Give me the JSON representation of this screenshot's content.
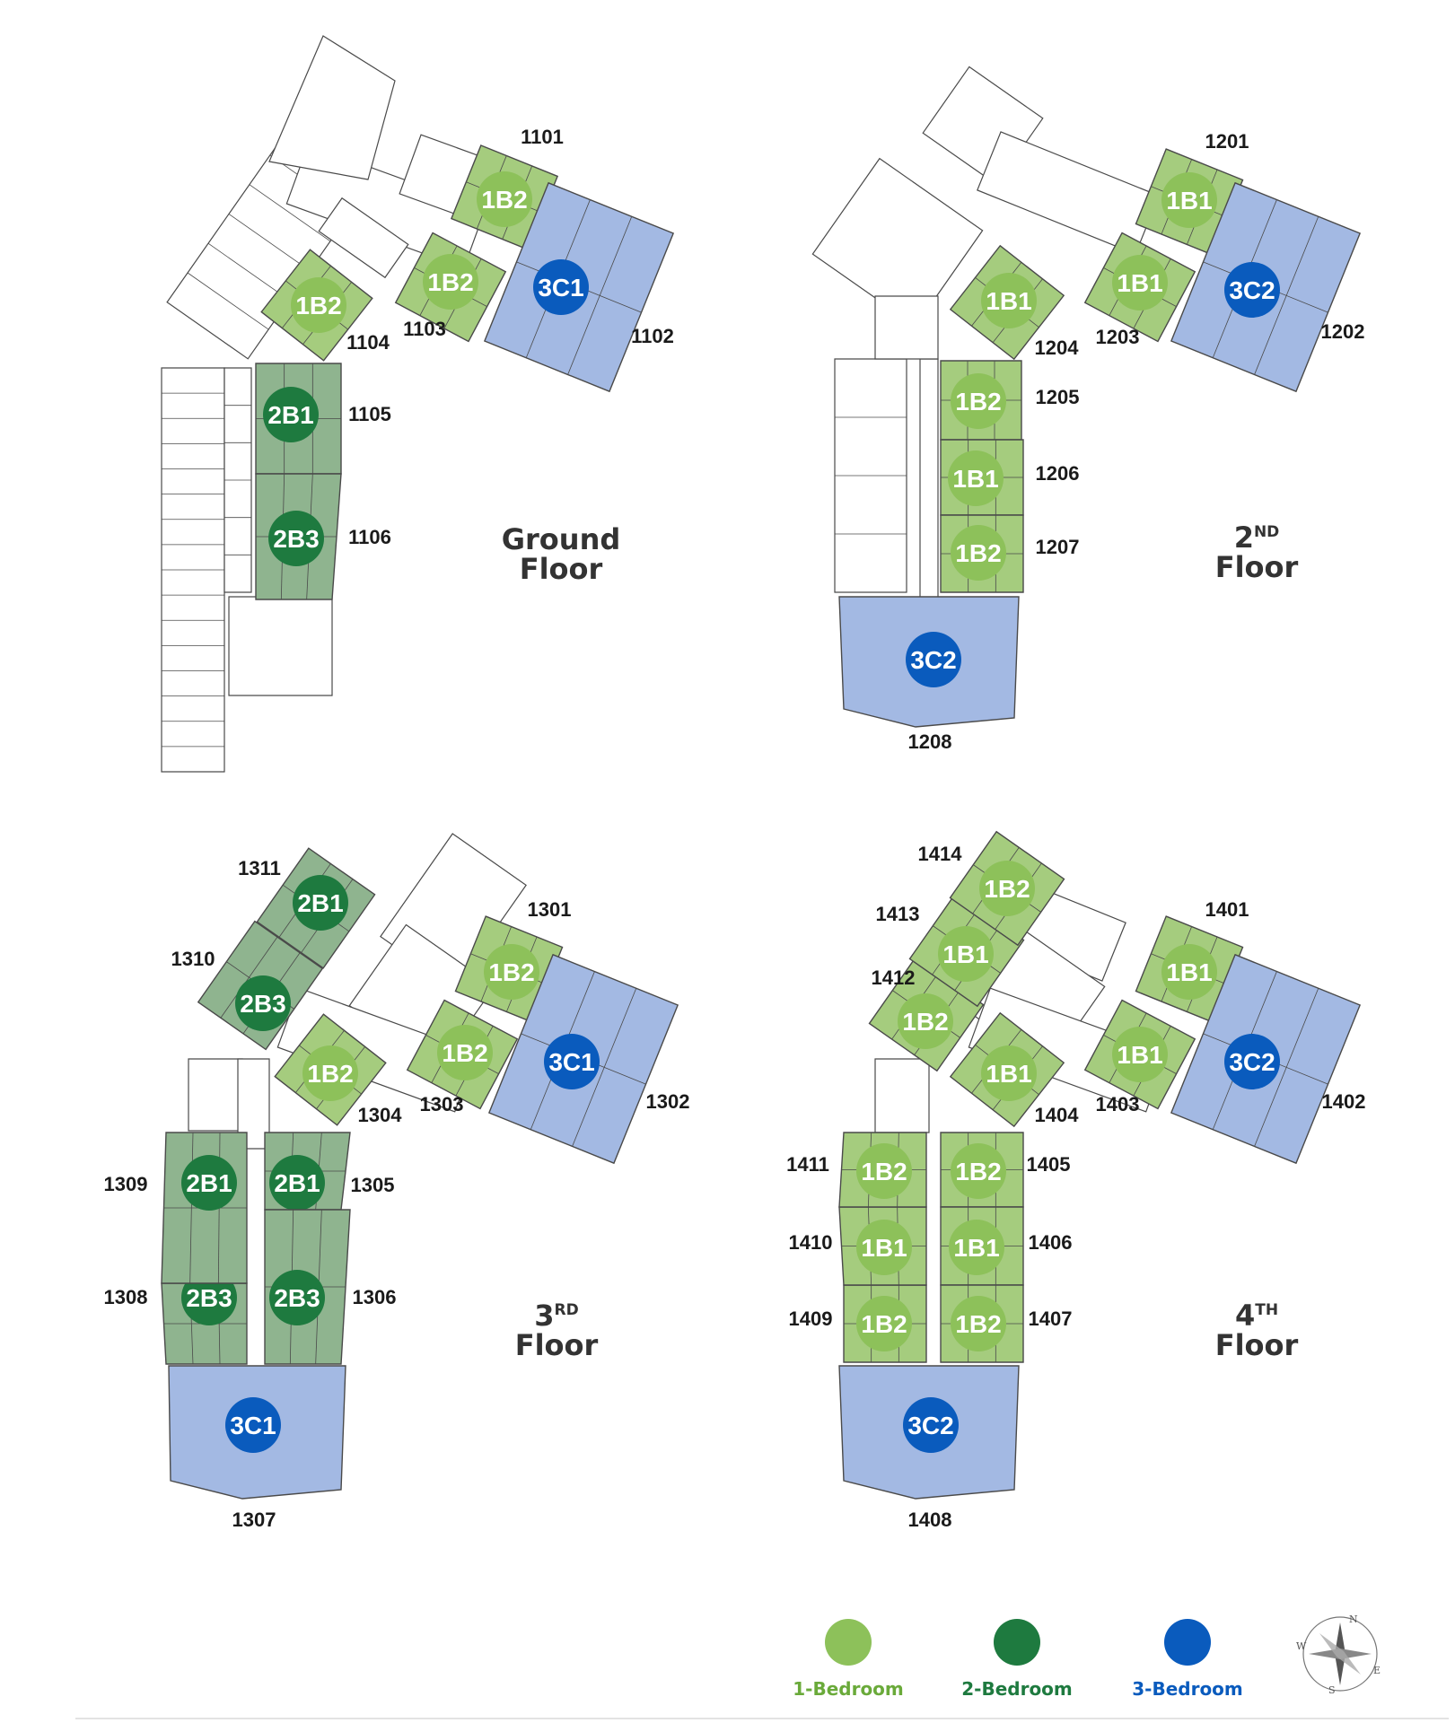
{
  "colors": {
    "one_bed_fill": "#8dc15a",
    "one_bed_room": "#a5cc7e",
    "one_bed_text": "#6aaa3a",
    "two_bed_fill": "#1e7a3f",
    "two_bed_room": "#8fb48f",
    "two_bed_text": "#1e7a3f",
    "three_bed_fill": "#0a5bbd",
    "three_bed_room": "#a3b9e3",
    "three_bed_text": "#0a5bbd",
    "outline": "#4a4a4a"
  },
  "floors": [
    {
      "id": "ground",
      "title_main": "Ground",
      "title_sup": "",
      "title_line2": "Floor",
      "units": [
        {
          "number": "1101",
          "type": "1B2",
          "category": "1"
        },
        {
          "number": "1102",
          "type": "3C1",
          "category": "3"
        },
        {
          "number": "1103",
          "type": "1B2",
          "category": "1"
        },
        {
          "number": "1104",
          "type": "1B2",
          "category": "1"
        },
        {
          "number": "1105",
          "type": "2B1",
          "category": "2"
        },
        {
          "number": "1106",
          "type": "2B3",
          "category": "2"
        }
      ]
    },
    {
      "id": "second",
      "title_main": "2",
      "title_sup": "ND",
      "title_line2": "Floor",
      "units": [
        {
          "number": "1201",
          "type": "1B1",
          "category": "1"
        },
        {
          "number": "1202",
          "type": "3C2",
          "category": "3"
        },
        {
          "number": "1203",
          "type": "1B1",
          "category": "1"
        },
        {
          "number": "1204",
          "type": "1B1",
          "category": "1"
        },
        {
          "number": "1205",
          "type": "1B2",
          "category": "1"
        },
        {
          "number": "1206",
          "type": "1B1",
          "category": "1"
        },
        {
          "number": "1207",
          "type": "1B2",
          "category": "1"
        },
        {
          "number": "1208",
          "type": "3C2",
          "category": "3"
        }
      ]
    },
    {
      "id": "third",
      "title_main": "3",
      "title_sup": "RD",
      "title_line2": "Floor",
      "units": [
        {
          "number": "1301",
          "type": "1B2",
          "category": "1"
        },
        {
          "number": "1302",
          "type": "3C1",
          "category": "3"
        },
        {
          "number": "1303",
          "type": "1B2",
          "category": "1"
        },
        {
          "number": "1304",
          "type": "1B2",
          "category": "1"
        },
        {
          "number": "1305",
          "type": "2B1",
          "category": "2"
        },
        {
          "number": "1306",
          "type": "2B3",
          "category": "2"
        },
        {
          "number": "1307",
          "type": "3C1",
          "category": "3"
        },
        {
          "number": "1308",
          "type": "2B3",
          "category": "2"
        },
        {
          "number": "1309",
          "type": "2B1",
          "category": "2"
        },
        {
          "number": "1310",
          "type": "2B3",
          "category": "2"
        },
        {
          "number": "1311",
          "type": "2B1",
          "category": "2"
        }
      ]
    },
    {
      "id": "fourth",
      "title_main": "4",
      "title_sup": "TH",
      "title_line2": "Floor",
      "units": [
        {
          "number": "1401",
          "type": "1B1",
          "category": "1"
        },
        {
          "number": "1402",
          "type": "3C2",
          "category": "3"
        },
        {
          "number": "1403",
          "type": "1B1",
          "category": "1"
        },
        {
          "number": "1404",
          "type": "1B1",
          "category": "1"
        },
        {
          "number": "1405",
          "type": "1B2",
          "category": "1"
        },
        {
          "number": "1406",
          "type": "1B1",
          "category": "1"
        },
        {
          "number": "1407",
          "type": "1B2",
          "category": "1"
        },
        {
          "number": "1408",
          "type": "3C2",
          "category": "3"
        },
        {
          "number": "1409",
          "type": "1B2",
          "category": "1"
        },
        {
          "number": "1410",
          "type": "1B1",
          "category": "1"
        },
        {
          "number": "1411",
          "type": "1B2",
          "category": "1"
        },
        {
          "number": "1412",
          "type": "1B2",
          "category": "1"
        },
        {
          "number": "1413",
          "type": "1B1",
          "category": "1"
        },
        {
          "number": "1414",
          "type": "1B2",
          "category": "1"
        }
      ]
    }
  ],
  "legend": [
    {
      "label": "1-Bedroom",
      "category": "1"
    },
    {
      "label": "2-Bedroom",
      "category": "2"
    },
    {
      "label": "3-Bedroom",
      "category": "3"
    }
  ],
  "compass": {
    "north": "N",
    "south": "S",
    "east": "E",
    "west": "W"
  }
}
